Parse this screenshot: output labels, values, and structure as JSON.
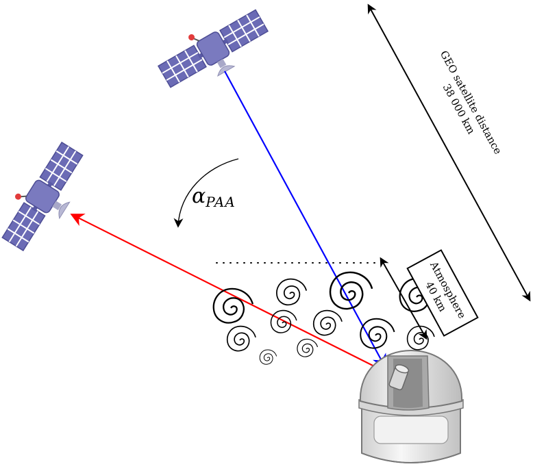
{
  "labels": {
    "geo_line1": "GEO satellite distance",
    "geo_line2": "38 000 km",
    "atmo_line1": "Atmosphere",
    "atmo_line2": "40 km",
    "alpha_symbol": "α",
    "alpha_subscript": "PAA"
  },
  "colors": {
    "uplink": "#ff0000",
    "downlink": "#0000ff",
    "satellite_panel": "#6b6bb5",
    "satellite_body": "#7a7abf",
    "satellite_antenna": "#e23b3b",
    "dome": "#e6e6e6",
    "dome_shadow": "#bdbdbd"
  },
  "icons": {
    "satellite": "satellite-icon",
    "observatory": "observatory-dome-icon",
    "turbulence": "spiral-eddy-icon"
  }
}
